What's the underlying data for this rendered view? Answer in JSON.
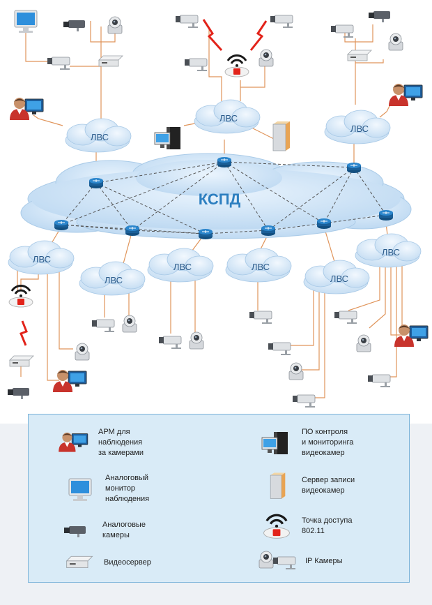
{
  "core_network": {
    "label": "КСПД"
  },
  "lan_label": "ЛВС",
  "legend": {
    "workstation": "АРМ для\nнаблюдения\nза камерами",
    "analog_monitor": "Аналоговый\nмонитор\nнаблюдения",
    "analog_cameras": "Аналоговые\nкамеры",
    "video_server": "Видеосервер",
    "control_software": "ПО контроля\nи мониторинга\nвидеокамер",
    "recording_server": "Сервер записи\nвидеокамер",
    "access_point": "Точка доступа\n802.11",
    "ip_cameras": "IP Камеры"
  },
  "colors": {
    "link": "#e0945a",
    "wireless": "#e2231a",
    "cloud_fill": "#d3e6f7",
    "core_fill": "#c6def4",
    "router": "#1f6fae",
    "legend_border": "#7ab3d9",
    "legend_bg": "#d9ebf7"
  }
}
